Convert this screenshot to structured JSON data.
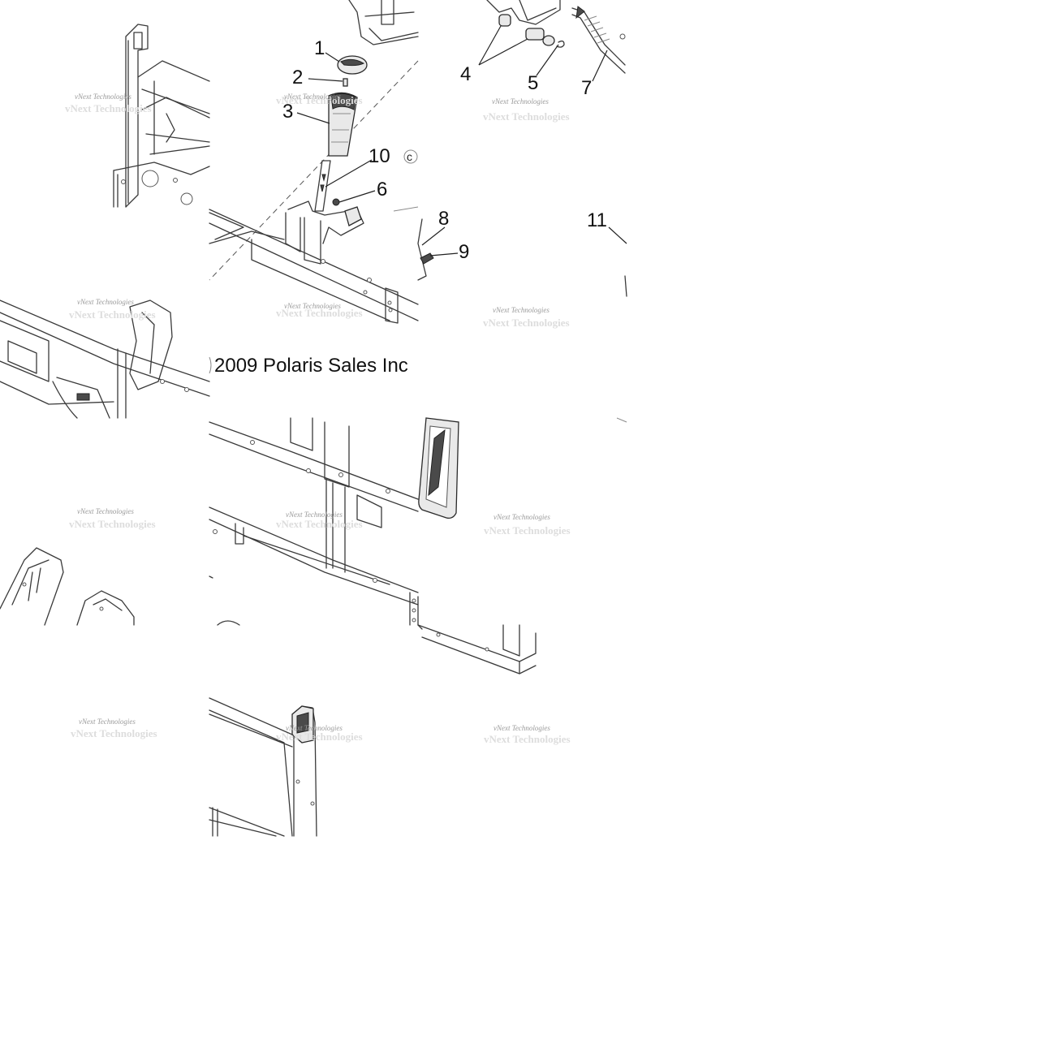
{
  "callouts": [
    {
      "id": "1",
      "label": "1"
    },
    {
      "id": "2",
      "label": "2"
    },
    {
      "id": "3",
      "label": "3"
    },
    {
      "id": "4",
      "label": "4"
    },
    {
      "id": "5",
      "label": "5"
    },
    {
      "id": "6",
      "label": "6"
    },
    {
      "id": "7",
      "label": "7"
    },
    {
      "id": "8",
      "label": "8"
    },
    {
      "id": "9",
      "label": "9"
    },
    {
      "id": "10",
      "label": "10"
    },
    {
      "id": "11",
      "label": "11"
    }
  ],
  "copyright": "2009 Polaris Sales Inc",
  "copyright_symbol": "c",
  "watermark": {
    "line1": "vNext Technologies",
    "line2": "vNext Technologies"
  },
  "colors": {
    "line": "#3a3a3a",
    "background": "#ffffff",
    "watermark": "#9a9a9a"
  }
}
